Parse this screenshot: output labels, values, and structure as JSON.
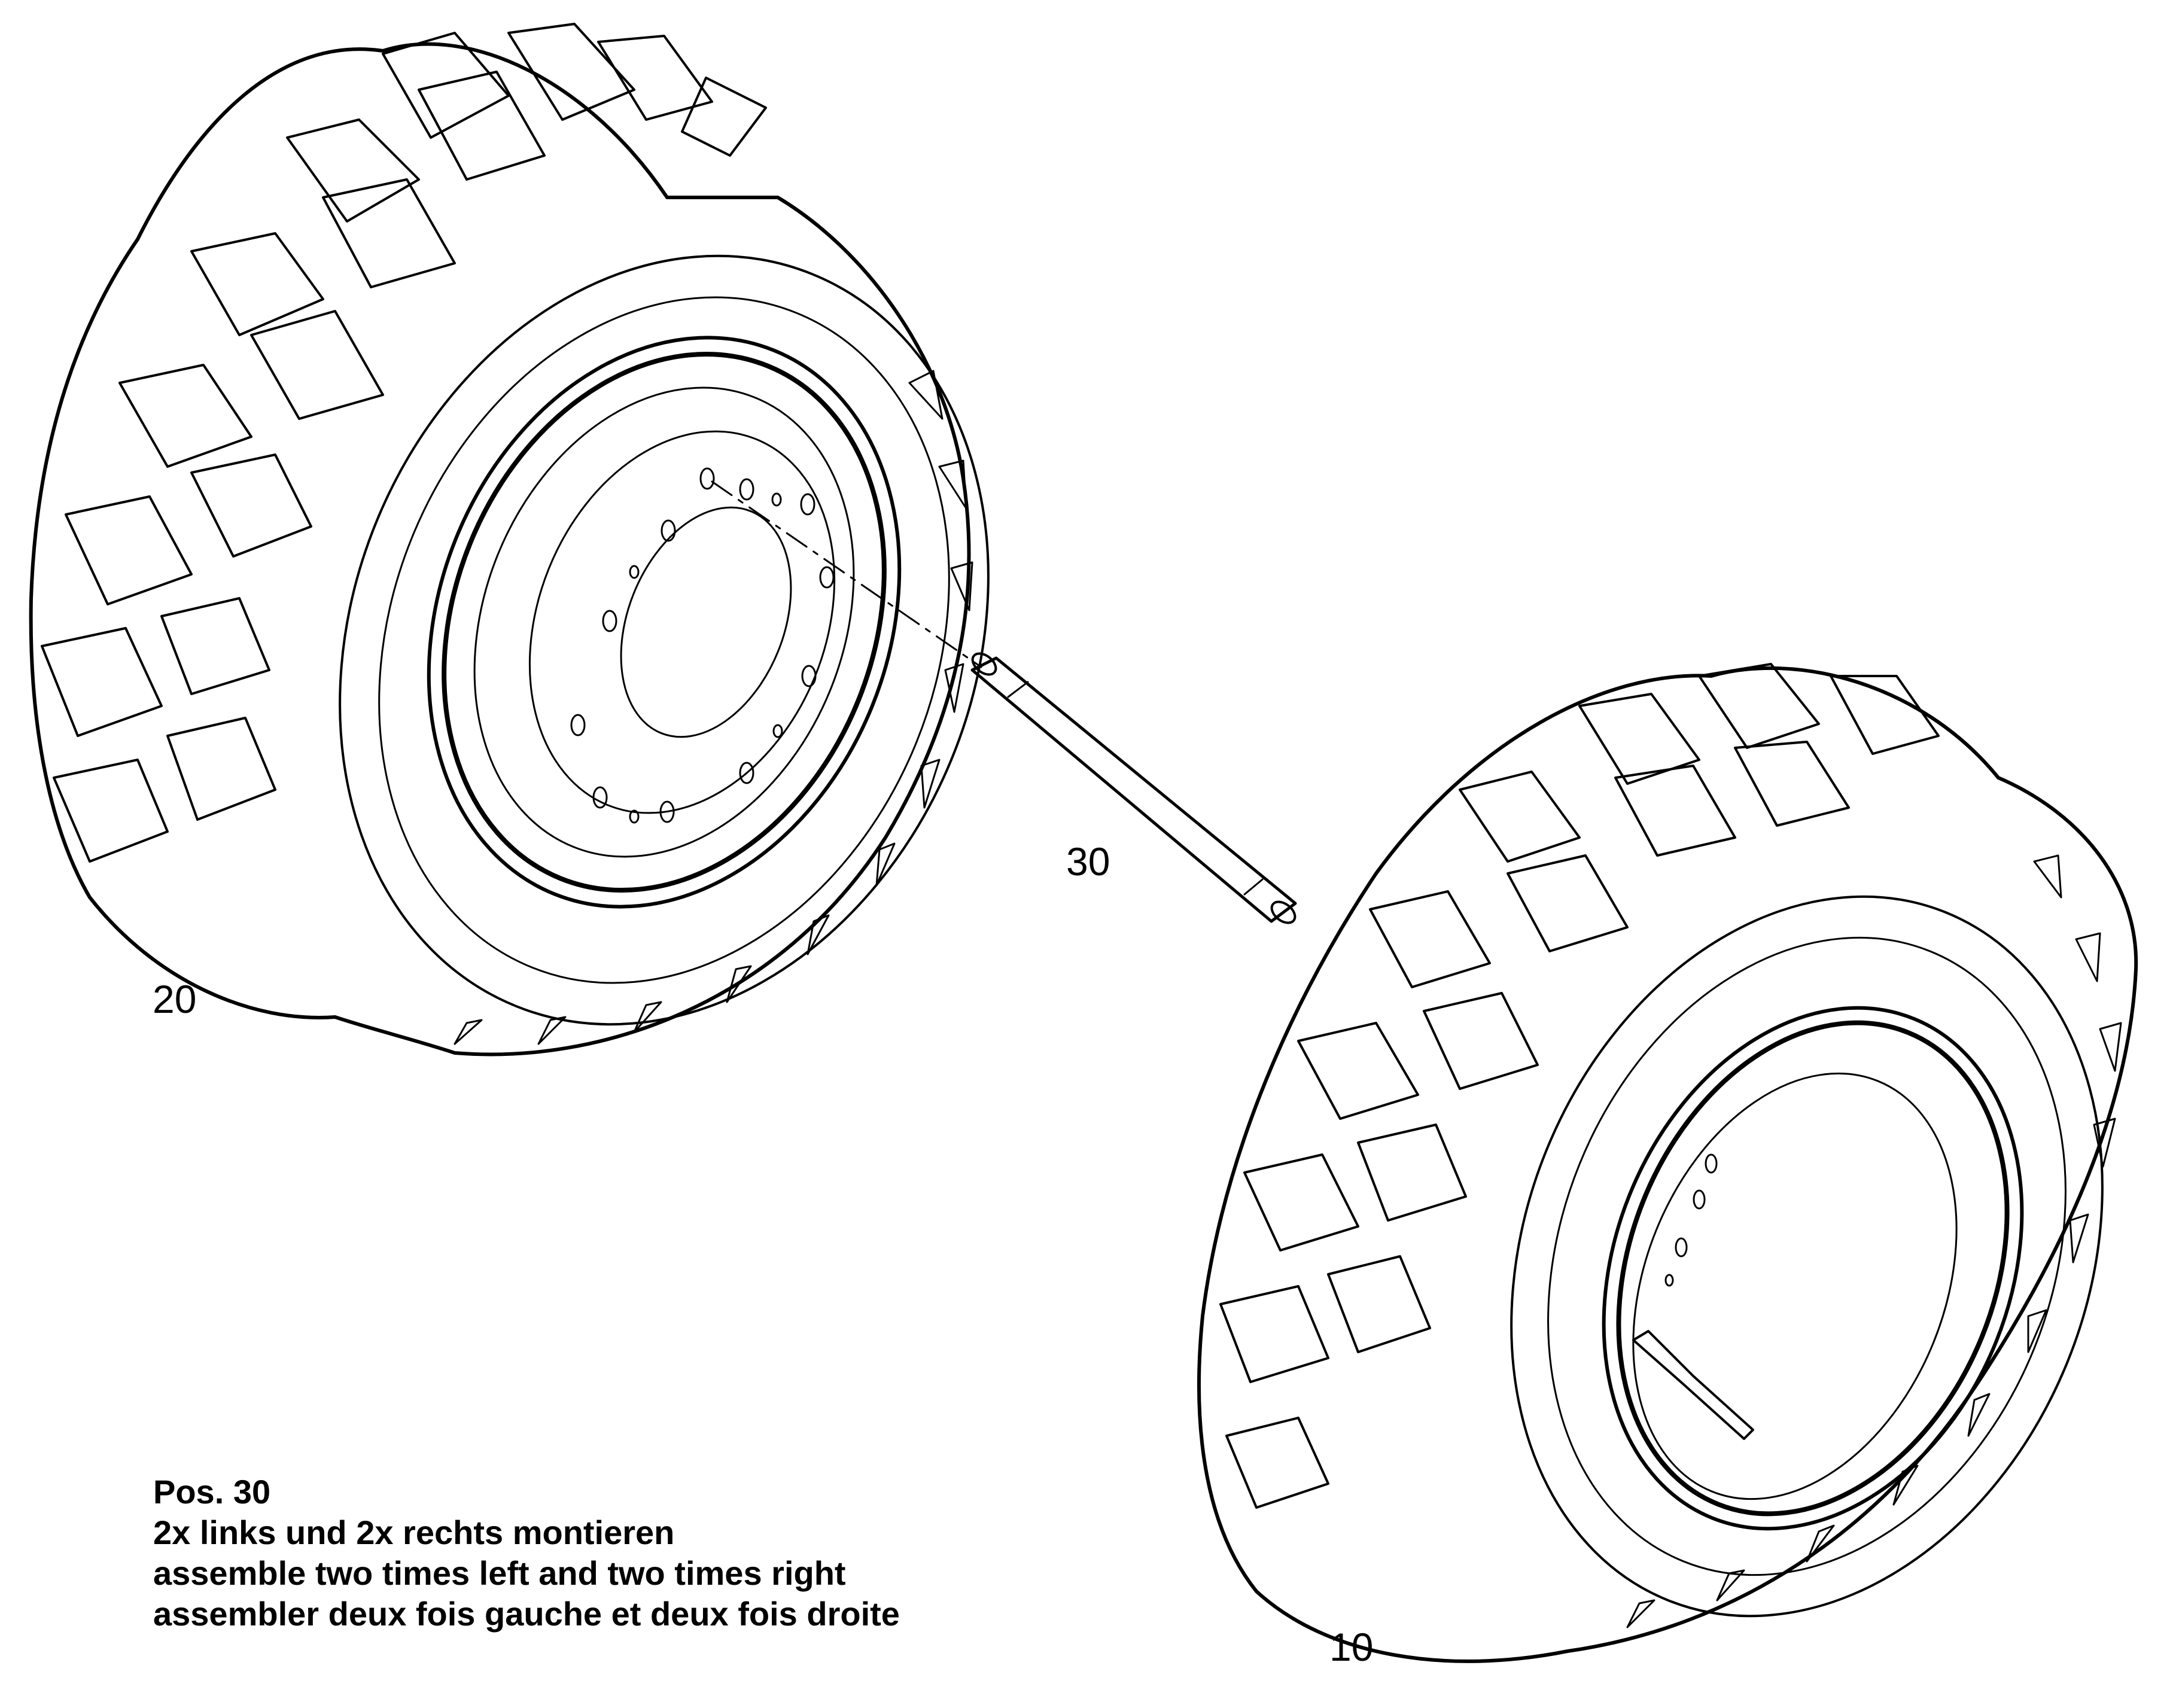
{
  "callouts": {
    "wheel_left": "20",
    "wheel_right": "10",
    "axle_pin": "30"
  },
  "note": {
    "title": "Pos. 30",
    "line_de": "2x links und 2x rechts montieren",
    "line_en": "assemble two times left and two times right",
    "line_fr": "assembler deux fois gauche et deux fois droite"
  },
  "colors": {
    "line": "#000000",
    "background": "#ffffff"
  }
}
